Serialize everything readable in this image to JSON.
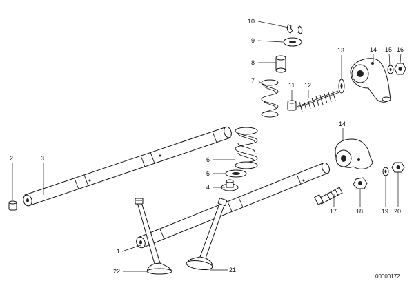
{
  "callouts": [
    "1",
    "2",
    "3",
    "4",
    "5",
    "6",
    "7",
    "8",
    "9",
    "10",
    "11",
    "12",
    "13",
    "14",
    "14",
    "15",
    "16",
    "17",
    "18",
    "19",
    "20",
    "21",
    "22"
  ],
  "figure_code": "00000172"
}
